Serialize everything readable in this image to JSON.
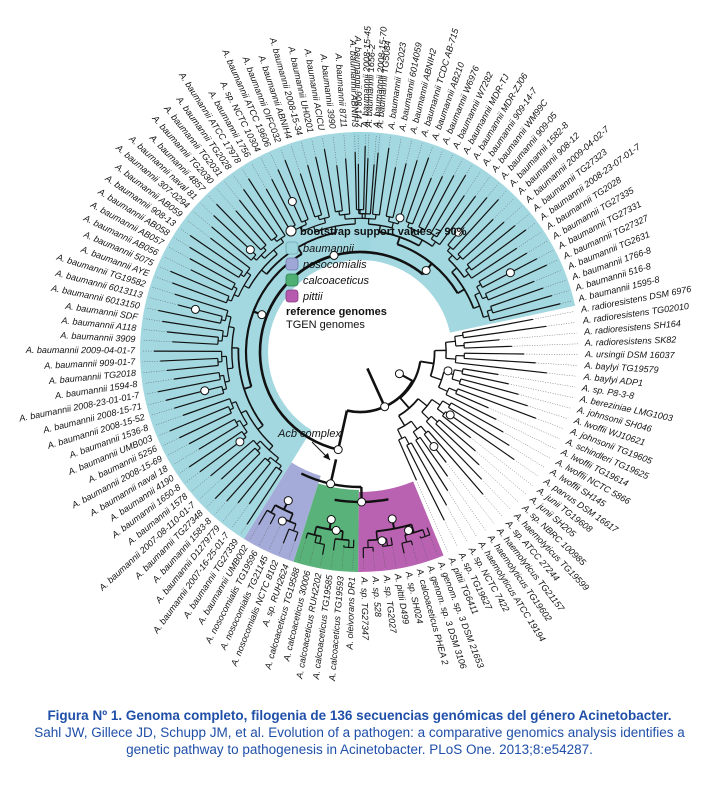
{
  "colors": {
    "baumannii": "#9ed6de",
    "nosocomialis": "#9fa7d6",
    "calcoaceticus": "#4fae72",
    "pittii": "#b55aae",
    "tgen": "#e3322b",
    "caption": "#1f4fa8"
  },
  "legend": {
    "bootstrap": "bootstrap support values > 90%",
    "species": [
      {
        "name": "baumannii",
        "color": "#9ed6de"
      },
      {
        "name": "nosocomialis",
        "color": "#9fa7d6"
      },
      {
        "name": "calcoaceticus",
        "color": "#4fae72"
      },
      {
        "name": "pittii",
        "color": "#b55aae"
      }
    ],
    "reference": "reference genomes",
    "tgen": "TGEN genomes"
  },
  "acb_label": "Acb complex",
  "tips": [
    "A. baumannii 908-14-7",
    "A. baumannii 1656-2",
    "A. baumannii TG5084",
    "A. baumannii TG2023",
    "A. baumannii 6014059",
    "A. baumannii ABNIH2",
    "A. baumannii TCDC AB-715",
    "A. baumannii AB210",
    "A. baumannii W6976",
    "A. baumannii W7282",
    "A. baumannii MDR-TJ",
    "A. baumannii MDR-ZJ06",
    "A. baumannii 909-14-7",
    "A. baumannii WM99C",
    "A. baumannii 909-05",
    "A. baumannii 1582-8",
    "A. baumannii 908-12",
    "A. baumannii 2009-04-02-7",
    "A. baumannii TG27323",
    "A. baumannii 2008-23-07-01-7",
    "A. baumannii TG2028",
    "A. baumannii TG27335",
    "A. baumannii TG27331",
    "A. baumannii TG27327",
    "A. baumannii TG2631",
    "A. baumannii 1766-8",
    "A. baumannii 516-8",
    "A. baumannii 1595-8",
    "A. radioresistens DSM 6976",
    "A. radioresistens TG02010",
    "A. radioresistens SH164",
    "A. radioresistens SK82",
    "A. ursingii DSM 16037",
    "A. baylyi TG19579",
    "A. baylyi ADP1",
    "A. sp. P8-3-8",
    "A. bereziniae LMG1003",
    "A. johnsonii SH046",
    "A. lwoffii WJ10621",
    "A. johnsonii TG19605",
    "A. schindleri TG19625",
    "A. lwoffii TG19614",
    "A. lwoffii NCTC 5866",
    "A. lwoffii SH145",
    "A. parvus DSM 16617",
    "A. junii TG19608",
    "A. junii SH205",
    "A. sp. NBRC 100985",
    "A. haemolyticus TG19599",
    "A. sp. ATCC 27244",
    "A. haemolyticus TG21157",
    "A. haemolyticus TG19602",
    "A. haemolyticus ATCC 19194",
    "A. sp. NCTC 7422",
    "A. sp. TG19627",
    "A. pittii TG6411",
    "A. genom. sp. 3 DSM 21653",
    "A. genom. sp. 3 DSM 3106",
    "A. calcoaceticus PHEA 2",
    "A. sp. SH024",
    "A. pittii D499",
    "A. sp. TG2027",
    "A. sp. 528",
    "A. sp. TG27347",
    "A. oleivorans DR1",
    "A. calcoaceticus TG19593",
    "A. calcoaceticus TG19585",
    "A. calcoaceticus RUH2202",
    "A. calcoaceticus 30006",
    "A. calcoaceticus TG19588",
    "A. sp. RUH2624",
    "A. nosocomialis NCTC 8102",
    "A. nosocomialis TG21145",
    "A. nosocomialis TG19596",
    "A. baumannii UMB002",
    "A. baumannii TG27339",
    "A. baumannii 2007-16-25-01-7",
    "A. baumannii D1279779",
    "A. baumannii 1583-8",
    "A. baumannii TG27348",
    "A. baumannii 2007-08-110-01-7",
    "A. baumannii 1578",
    "A. baumannii 1650-8",
    "A. baumannii 4190",
    "A. baumannii naval 18",
    "A. baumannii 2008-15-69",
    "A. baumannii 5256",
    "A. baumannii UMB003",
    "A. baumannii 1536-8",
    "A. baumannii 2008-15-52",
    "A. baumannii 2008-15-71",
    "A. baumannii 2008-23-01-01-7",
    "A. baumannii 1594-8",
    "A. baumannii TG2018",
    "A. baumannii 909-01-7",
    "A. baumannii 2009-04-01-7",
    "A. baumannii 3909",
    "A. baumannii A118",
    "A. baumannii SDF",
    "A. baumannii 6013150",
    "A. baumannii 6013113",
    "A. baumannii TG19582",
    "A. baumannii AYE",
    "A. baumannii 5075",
    "A. baumannii AB056",
    "A. baumannii AB057",
    "A. baumannii AB058",
    "A. baumannii 908-13",
    "A. baumannii AB059",
    "A. baumannii 307-0294",
    "A. baumannii naval 81",
    "A. baumannii 4857",
    "A. baumannii TG2030",
    "A. baumannii TG2031",
    "A. baumannii TG2028",
    "A. baumannii ATCC 17978",
    "A. baumannii 1756",
    "A. sp. NCTC 10304",
    "A. baumannii ATCC 19606",
    "A. baumannii OIFC032",
    "A. baumannii ABNIH4",
    "A. baumannii 2008-15-34",
    "A. baumannii UH0201",
    "A. baumannii ACICU",
    "A. baumannii 3990",
    "A. baumannii 8711",
    "A. baumannii ABNIH3",
    "A. baumannii 2008-15-45",
    "A. baumannii 2008-15-70"
  ],
  "caption": {
    "title": "Figura Nº 1. Genoma completo, filogenia de 136 secuencias genómicas del género Acinetobacter.",
    "line2": "Sahl JW, Gillece JD, Schupp JM, et al. Evolution of a pathogen: a comparative genomics analysis identifies a",
    "line3": "genetic pathway to pathogenesis in Acinetobacter. PLoS One. 2013;8:e54287."
  }
}
